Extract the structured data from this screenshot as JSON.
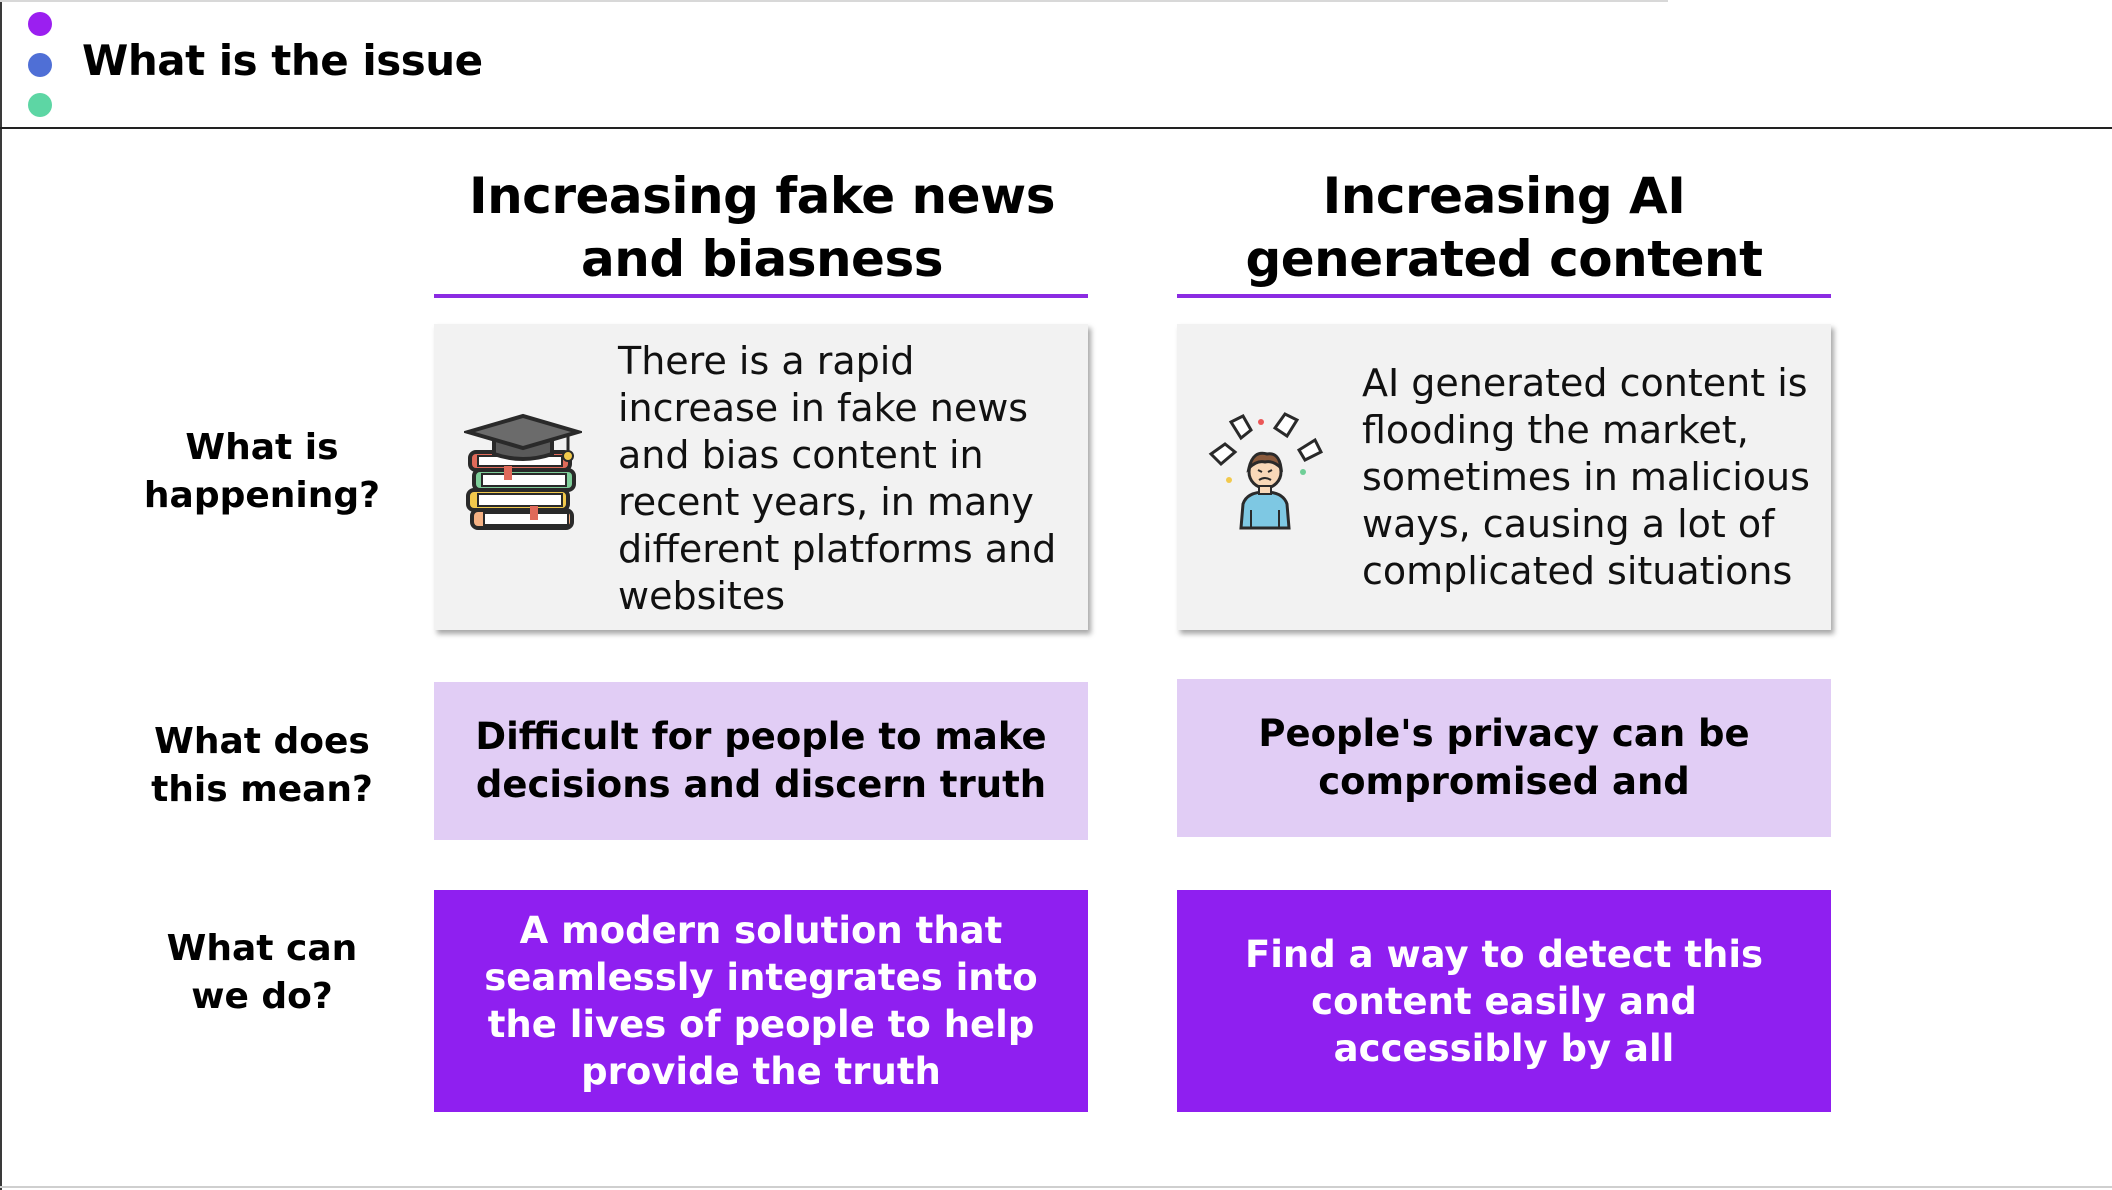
{
  "header": {
    "title": "What is the issue",
    "dots": [
      {
        "name": "purple",
        "color": "#9b1ff0"
      },
      {
        "name": "blue",
        "color": "#4f6fd6"
      },
      {
        "name": "green",
        "color": "#5dd6a4"
      }
    ]
  },
  "colors": {
    "accent_purple": "#8f1ff0",
    "light_purple": "#e1cdf5",
    "card_grey": "#f2f2f2",
    "underline": "#8b2be2"
  },
  "rows": {
    "happening_label": "What is happening?",
    "meaning_label": "What does this mean?",
    "action_label": "What can we do?"
  },
  "columns": [
    {
      "title": "Increasing fake news and biasness",
      "icon": "books-graduation-cap-icon",
      "happening_text": "There is a rapid increase in fake news and bias content in recent years, in many different platforms and websites",
      "meaning_text": "Difficult for people to make decisions and discern truth",
      "action_text": "A modern solution that seamlessly integrates into the lives of people to help provide the truth"
    },
    {
      "title": "Increasing AI generated content",
      "icon": "pointed-at-person-icon",
      "happening_text": "AI generated content is flooding the market, sometimes in malicious ways, causing a lot of complicated situations",
      "meaning_text": "People's privacy can be compromised and",
      "action_text": "Find a way to detect this content easily and accessibly by all"
    }
  ]
}
